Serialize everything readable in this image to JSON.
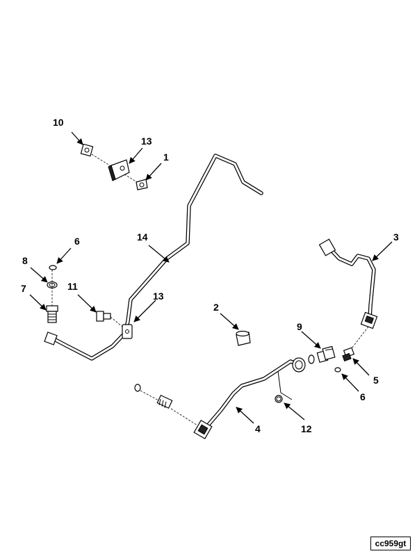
{
  "callouts": {
    "c1": "1",
    "c2": "2",
    "c3": "3",
    "c4": "4",
    "c5": "5",
    "c6a": "6",
    "c6b": "6",
    "c7": "7",
    "c8": "8",
    "c9": "9",
    "c10": "10",
    "c11": "11",
    "c12": "12",
    "c13a": "13",
    "c13b": "13",
    "c14": "14"
  },
  "reference_code": "cc959gt"
}
